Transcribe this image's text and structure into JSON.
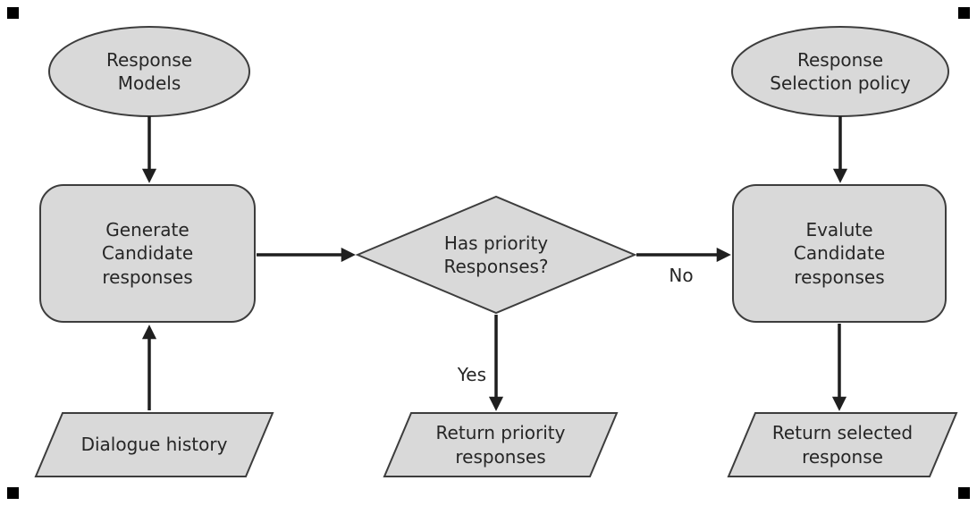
{
  "diagram": {
    "colors": {
      "background": "#ffffff",
      "shape_fill": "#d9d9d9",
      "shape_stroke": "#3d3d3d",
      "arrow": "#1f1f1f",
      "corner_marker": "#000000"
    },
    "nodes": {
      "response_models": {
        "type": "ellipse",
        "label": "Response\nModels"
      },
      "response_selection_policy": {
        "type": "ellipse",
        "label": "Response\nSelection policy"
      },
      "generate_candidate_responses": {
        "type": "rounded-rect",
        "label": "Generate\nCandidate\nresponses"
      },
      "has_priority_responses": {
        "type": "diamond",
        "label": "Has priority\nResponses?"
      },
      "evalute_candidate_responses": {
        "type": "rounded-rect",
        "label": "Evalute\nCandidate\nresponses"
      },
      "dialogue_history": {
        "type": "parallelogram",
        "label": "Dialogue history"
      },
      "return_priority_responses": {
        "type": "parallelogram",
        "label": "Return priority\nresponses"
      },
      "return_selected_response": {
        "type": "parallelogram",
        "label": "Return selected\nresponse"
      }
    },
    "edge_labels": {
      "yes": "Yes",
      "no": "No"
    }
  }
}
